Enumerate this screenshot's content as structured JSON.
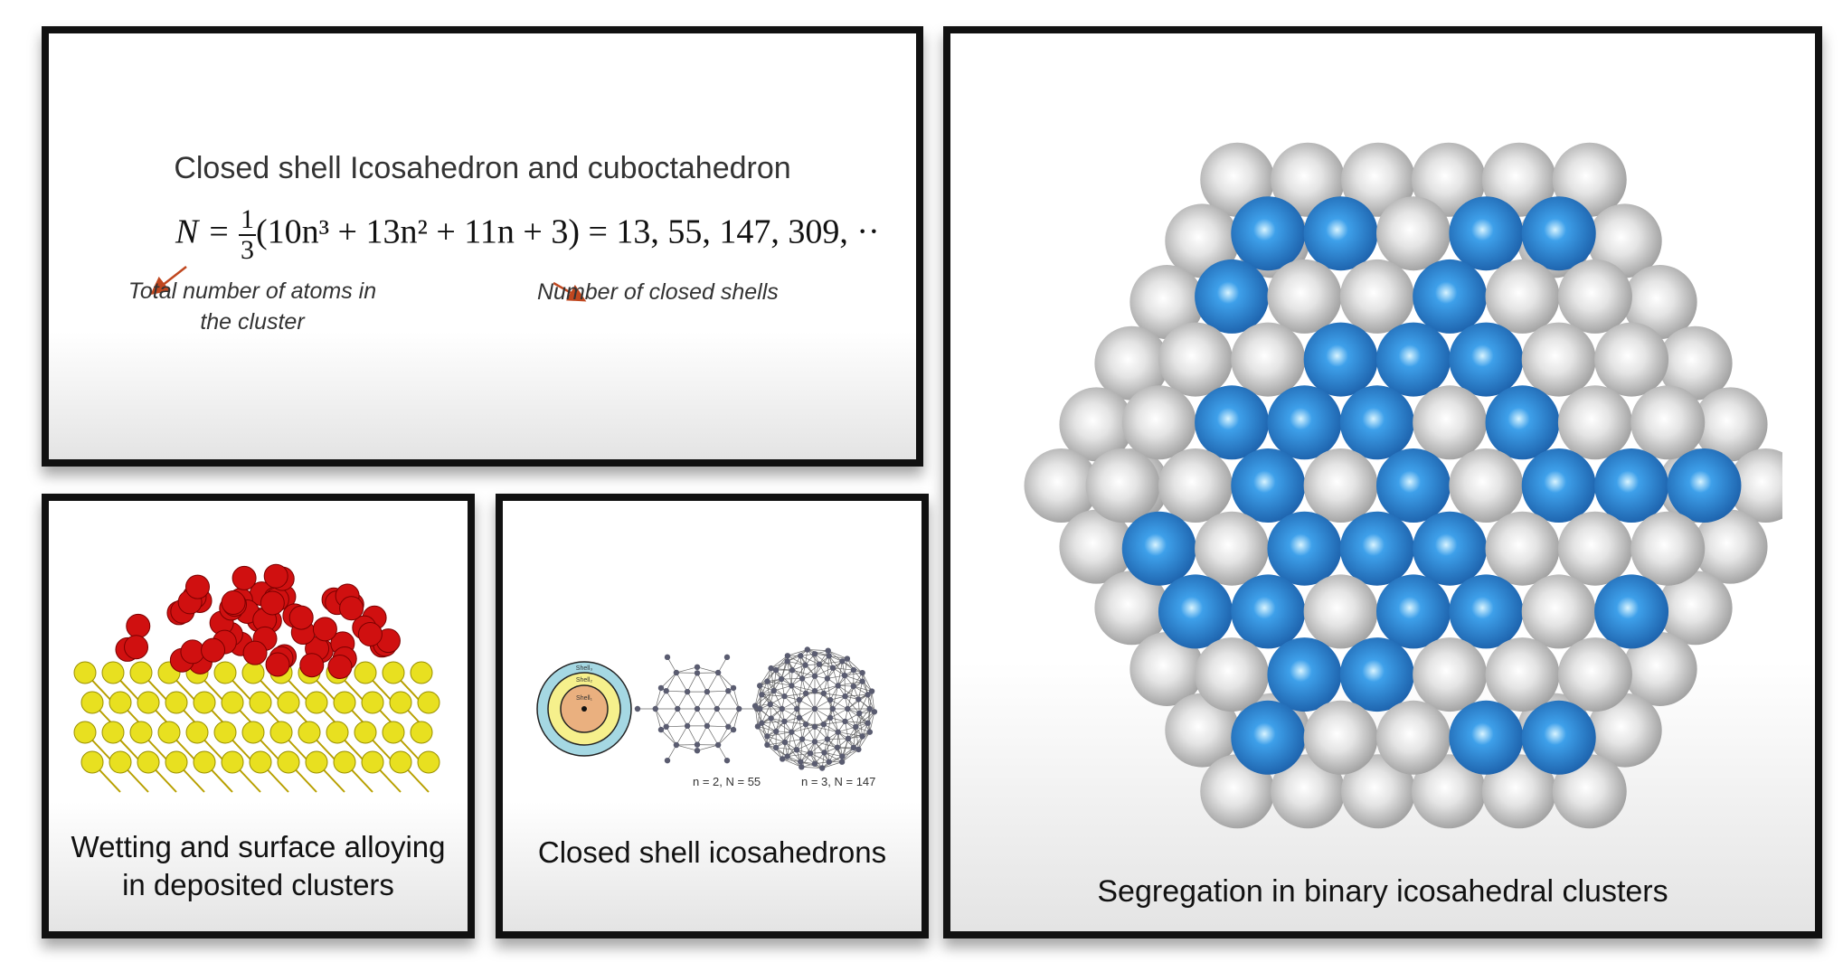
{
  "formula_panel": {
    "title": "Closed shell Icosahedron and cuboctahedron",
    "formula": {
      "lhs": "N =",
      "numerator": "1",
      "denominator": "3",
      "expression": "(10n³ + 13n² + 11n + 3) = 13, 55, 147, 309, ··"
    },
    "annotation_left_line1": "Total number of atoms in",
    "annotation_left_line2": "the cluster",
    "annotation_right": "Number of closed shells",
    "arrow_color": "#c0471f"
  },
  "wetting_panel": {
    "caption_line1": "Wetting and surface alloying",
    "caption_line2": "in deposited clusters",
    "colors": {
      "cluster": "#d01010",
      "substrate": "#e8e020"
    }
  },
  "icosahedron_panel": {
    "caption": "Closed shell icosahedrons",
    "shell_labels": [
      "Shell₃",
      "Shell₂",
      "Shell₁"
    ],
    "label_n2": "n = 2, N = 55",
    "label_n3": "n = 3, N = 147",
    "colors": {
      "shell1": "#eab07f",
      "shell2": "#f6f08c",
      "shell3": "#a5d8e3",
      "atom": "#5a5c70"
    }
  },
  "segregation_panel": {
    "caption": "Segregation in binary icosahedral clusters",
    "colors": {
      "species_a": "#2f7fd3",
      "species_b": "#d8d8d8"
    }
  }
}
